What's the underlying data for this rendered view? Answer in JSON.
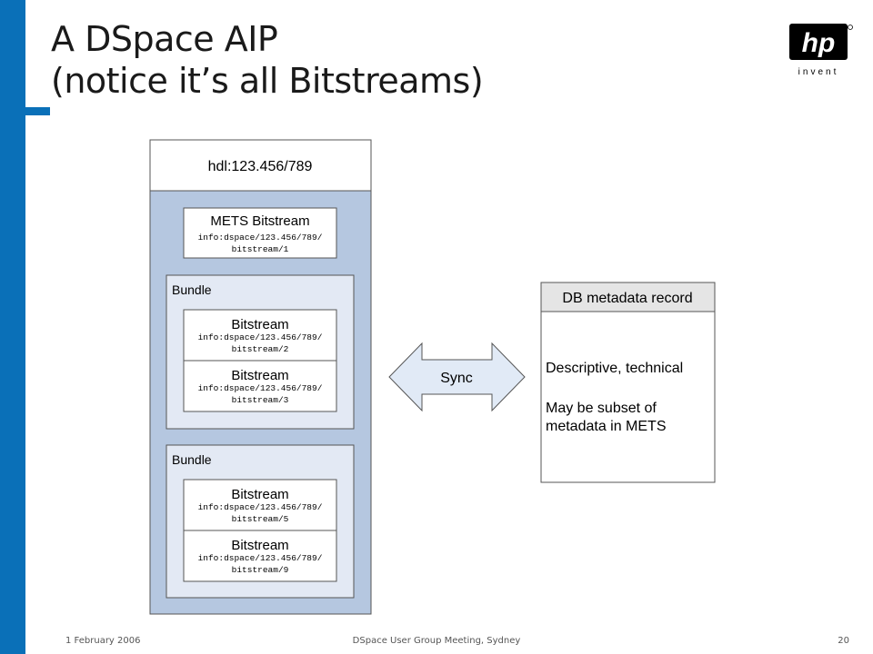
{
  "slide": {
    "title_line1": "A DSpace AIP",
    "title_line2": "(notice it’s all Bitstreams)",
    "logo": {
      "icon": "hp-logo",
      "text": "invent"
    },
    "footer": {
      "date": "1 February 2006",
      "event": "DSpace User Group Meeting, Sydney",
      "page": "20"
    }
  },
  "colors": {
    "sidebar": "#0a70b8",
    "panel": "#b5c7e0",
    "bundle": "#e3e9f4",
    "arrow": "#e1eaf6",
    "stroke": "#555555"
  },
  "aip": {
    "handle": "hdl:123.456/789",
    "mets": {
      "title": "METS Bitstream",
      "uri_line1": "info:dspace/123.456/789/",
      "uri_line2": "bitstream/1"
    },
    "bundles": [
      {
        "label": "Bundle",
        "bitstreams": [
          {
            "title": "Bitstream",
            "uri_line1": "info:dspace/123.456/789/",
            "uri_line2": "bitstream/2"
          },
          {
            "title": "Bitstream",
            "uri_line1": "info:dspace/123.456/789/",
            "uri_line2": "bitstream/3"
          }
        ]
      },
      {
        "label": "Bundle",
        "bitstreams": [
          {
            "title": "Bitstream",
            "uri_line1": "info:dspace/123.456/789/",
            "uri_line2": "bitstream/5"
          },
          {
            "title": "Bitstream",
            "uri_line1": "info:dspace/123.456/789/",
            "uri_line2": "bitstream/9"
          }
        ]
      }
    ]
  },
  "sync": {
    "label": "Sync"
  },
  "db_record": {
    "title": "DB metadata record",
    "lines": [
      "Descriptive, technical",
      "May be subset of",
      "metadata in METS"
    ]
  }
}
